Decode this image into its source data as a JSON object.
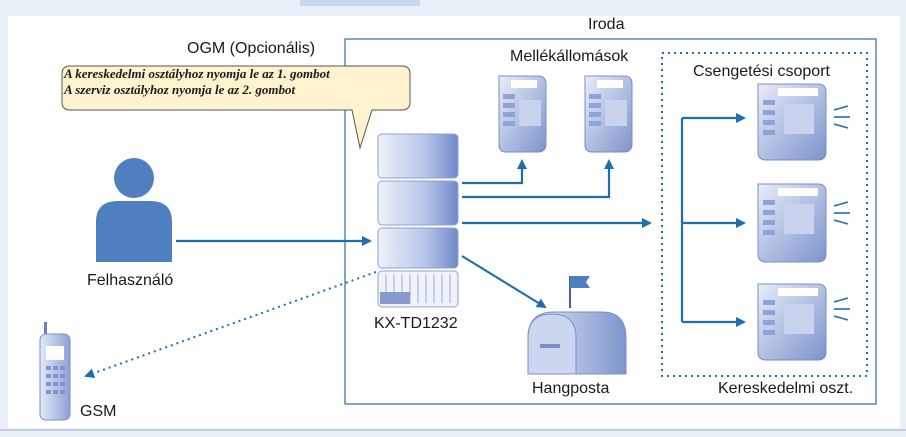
{
  "labels": {
    "office": "Iroda",
    "ogm": "OGM (Opcionális)",
    "extensions": "Mellékállomások",
    "ring_group": "Csengetési csoport",
    "user": "Felhasználó",
    "pbx": "KX-TD1232",
    "voicemail": "Hangposta",
    "gsm": "GSM",
    "sales_dept": "Kereskedelmi oszt."
  },
  "bubble": {
    "line1": "A kereskedelmi osztályhoz nyomja le az 1. gombot",
    "line2": "A szerviz osztályhoz nyomja le az 2. gombot"
  },
  "colors": {
    "arrow": "#1e6fb0",
    "frame": "#2f6aa8",
    "bubble_fill": "#fff3cf",
    "person": "#4f7fbf",
    "device_light": "#dfe6f5",
    "device_dark": "#6b86c4"
  }
}
